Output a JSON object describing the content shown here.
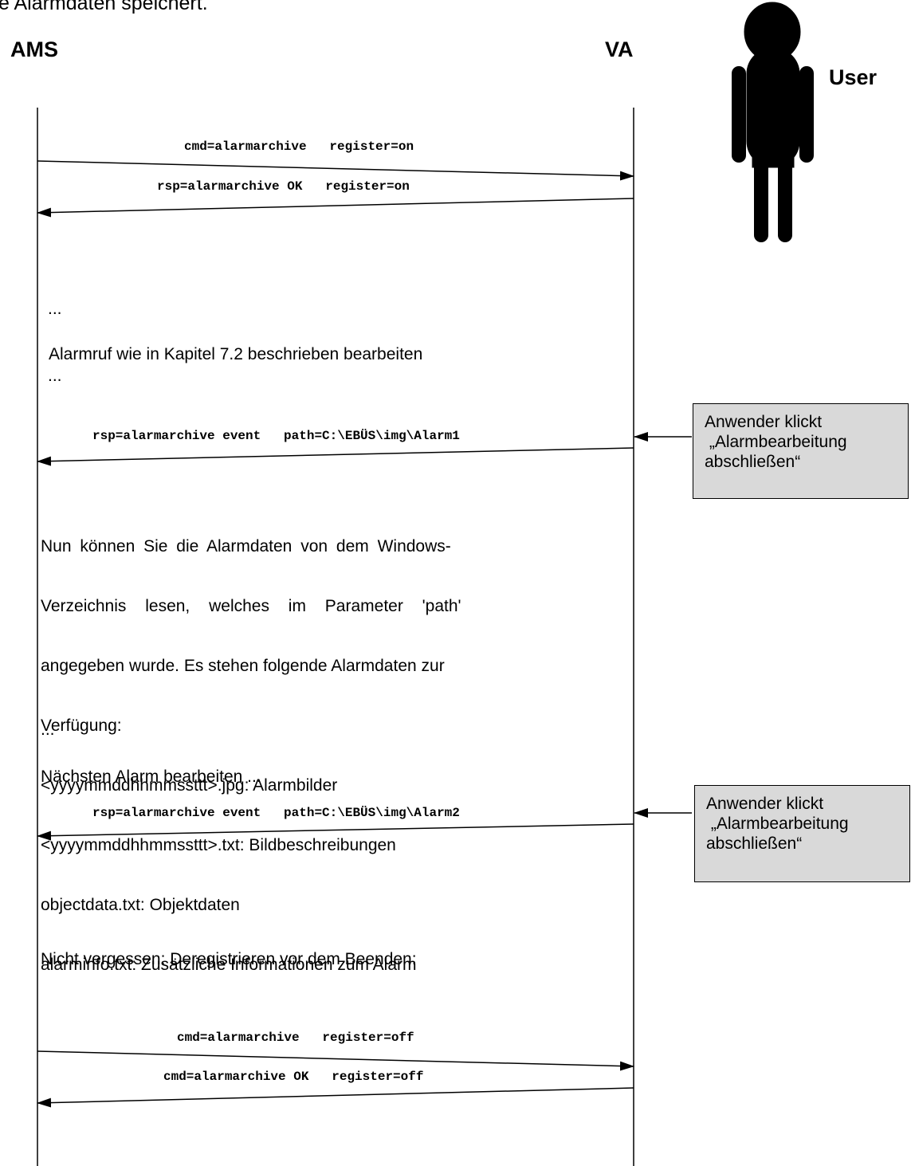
{
  "intro_text": "e Alarmdaten speichert.",
  "lanes": {
    "ams": "AMS",
    "va": "VA",
    "user": "User"
  },
  "messages": [
    {
      "id": "m1",
      "text": "cmd=alarmarchive   register=on",
      "direction": "to-va"
    },
    {
      "id": "m2",
      "text": "rsp=alarmarchive OK   register=on",
      "direction": "to-ams"
    },
    {
      "id": "m3",
      "text": "rsp=alarmarchive event   path=C:\\EBÜS\\img\\Alarm1",
      "direction": "to-ams"
    },
    {
      "id": "m4",
      "text": "rsp=alarmarchive event   path=C:\\EBÜS\\img\\Alarm2",
      "direction": "to-ams"
    },
    {
      "id": "m5",
      "text": "cmd=alarmarchive   register=off",
      "direction": "to-va"
    },
    {
      "id": "m6",
      "text": "cmd=alarmarchive OK   register=off",
      "direction": "to-ams"
    }
  ],
  "notes": {
    "ellipsis1": "...",
    "process_alarm": "Alarmruf wie in Kapitel 7.2 beschrieben bearbeiten",
    "ellipsis2": "...",
    "read_data": [
      "Nun können Sie die Alarmdaten von dem Windows-",
      "Verzeichnis lesen, welches im Parameter 'path'",
      "angegeben wurde. Es stehen folgende Alarmdaten zur",
      "Verfügung:",
      "<yyyymmddhhmmsstt t>.jpg: Alarmbilder",
      "<yyyymmddhhmmssttt>.txt: Bildbeschreibungen",
      "objectdata.txt: Objektdaten",
      "alarminfo.txt: Zusätzliche Informationen zum Alarm"
    ],
    "ellipsis3": "...",
    "next_alarm": "Nächsten Alarm bearbeiten ...",
    "deregister": "Nicht vergessen: Deregistrieren vor dem Beenden:"
  },
  "callouts": [
    {
      "lines": [
        "Anwender klickt",
        " „Alarmbearbeitung",
        "abschließen“"
      ]
    },
    {
      "lines": [
        "Anwender klickt",
        " „Alarmbearbeitung",
        "abschließen“"
      ]
    }
  ]
}
